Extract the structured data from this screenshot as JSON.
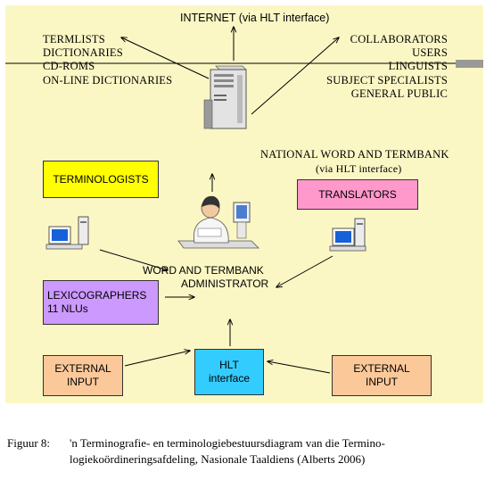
{
  "internet_label": "INTERNET (via HLT interface)",
  "left_list": [
    "TERMLISTS",
    "DICTIONARIES",
    "CD-ROMS",
    "ON-LINE DICTIONARIES"
  ],
  "right_list": [
    "COLLABORATORS",
    "USERS",
    "LINGUISTS",
    "SUBJECT SPECIALISTS",
    "GENERAL PUBLIC"
  ],
  "national": {
    "line1": "NATIONAL WORD AND TERMBANK",
    "line2": "(via HLT interface)"
  },
  "boxes": {
    "terminologists": {
      "label": "TERMINOLOGISTS",
      "color": "#ffff00"
    },
    "translators": {
      "label": "TRANSLATORS",
      "color": "#ff99cc"
    },
    "lexicographers": {
      "label": "LEXICOGRAPHERS\n 11 NLUs",
      "color": "#cc99ff"
    },
    "external_left": {
      "label": "EXTERNAL\nINPUT",
      "color": "#fbc89a"
    },
    "external_right": {
      "label": "EXTERNAL\nINPUT",
      "color": "#fbc89a"
    },
    "hlt": {
      "label": "HLT\ninterface",
      "color": "#33ccff"
    }
  },
  "admin": {
    "line1": "WORD AND TERMBANK",
    "line2": "ADMINISTRATOR"
  },
  "caption": {
    "label": "Figuur 8:",
    "text_line1": "'n Terminografie- en terminologiebestuursdiagram van die Termino-",
    "text_line2": "logiekoördineringsafdeling, Nasionale Taaldiens (Alberts 2006)"
  }
}
